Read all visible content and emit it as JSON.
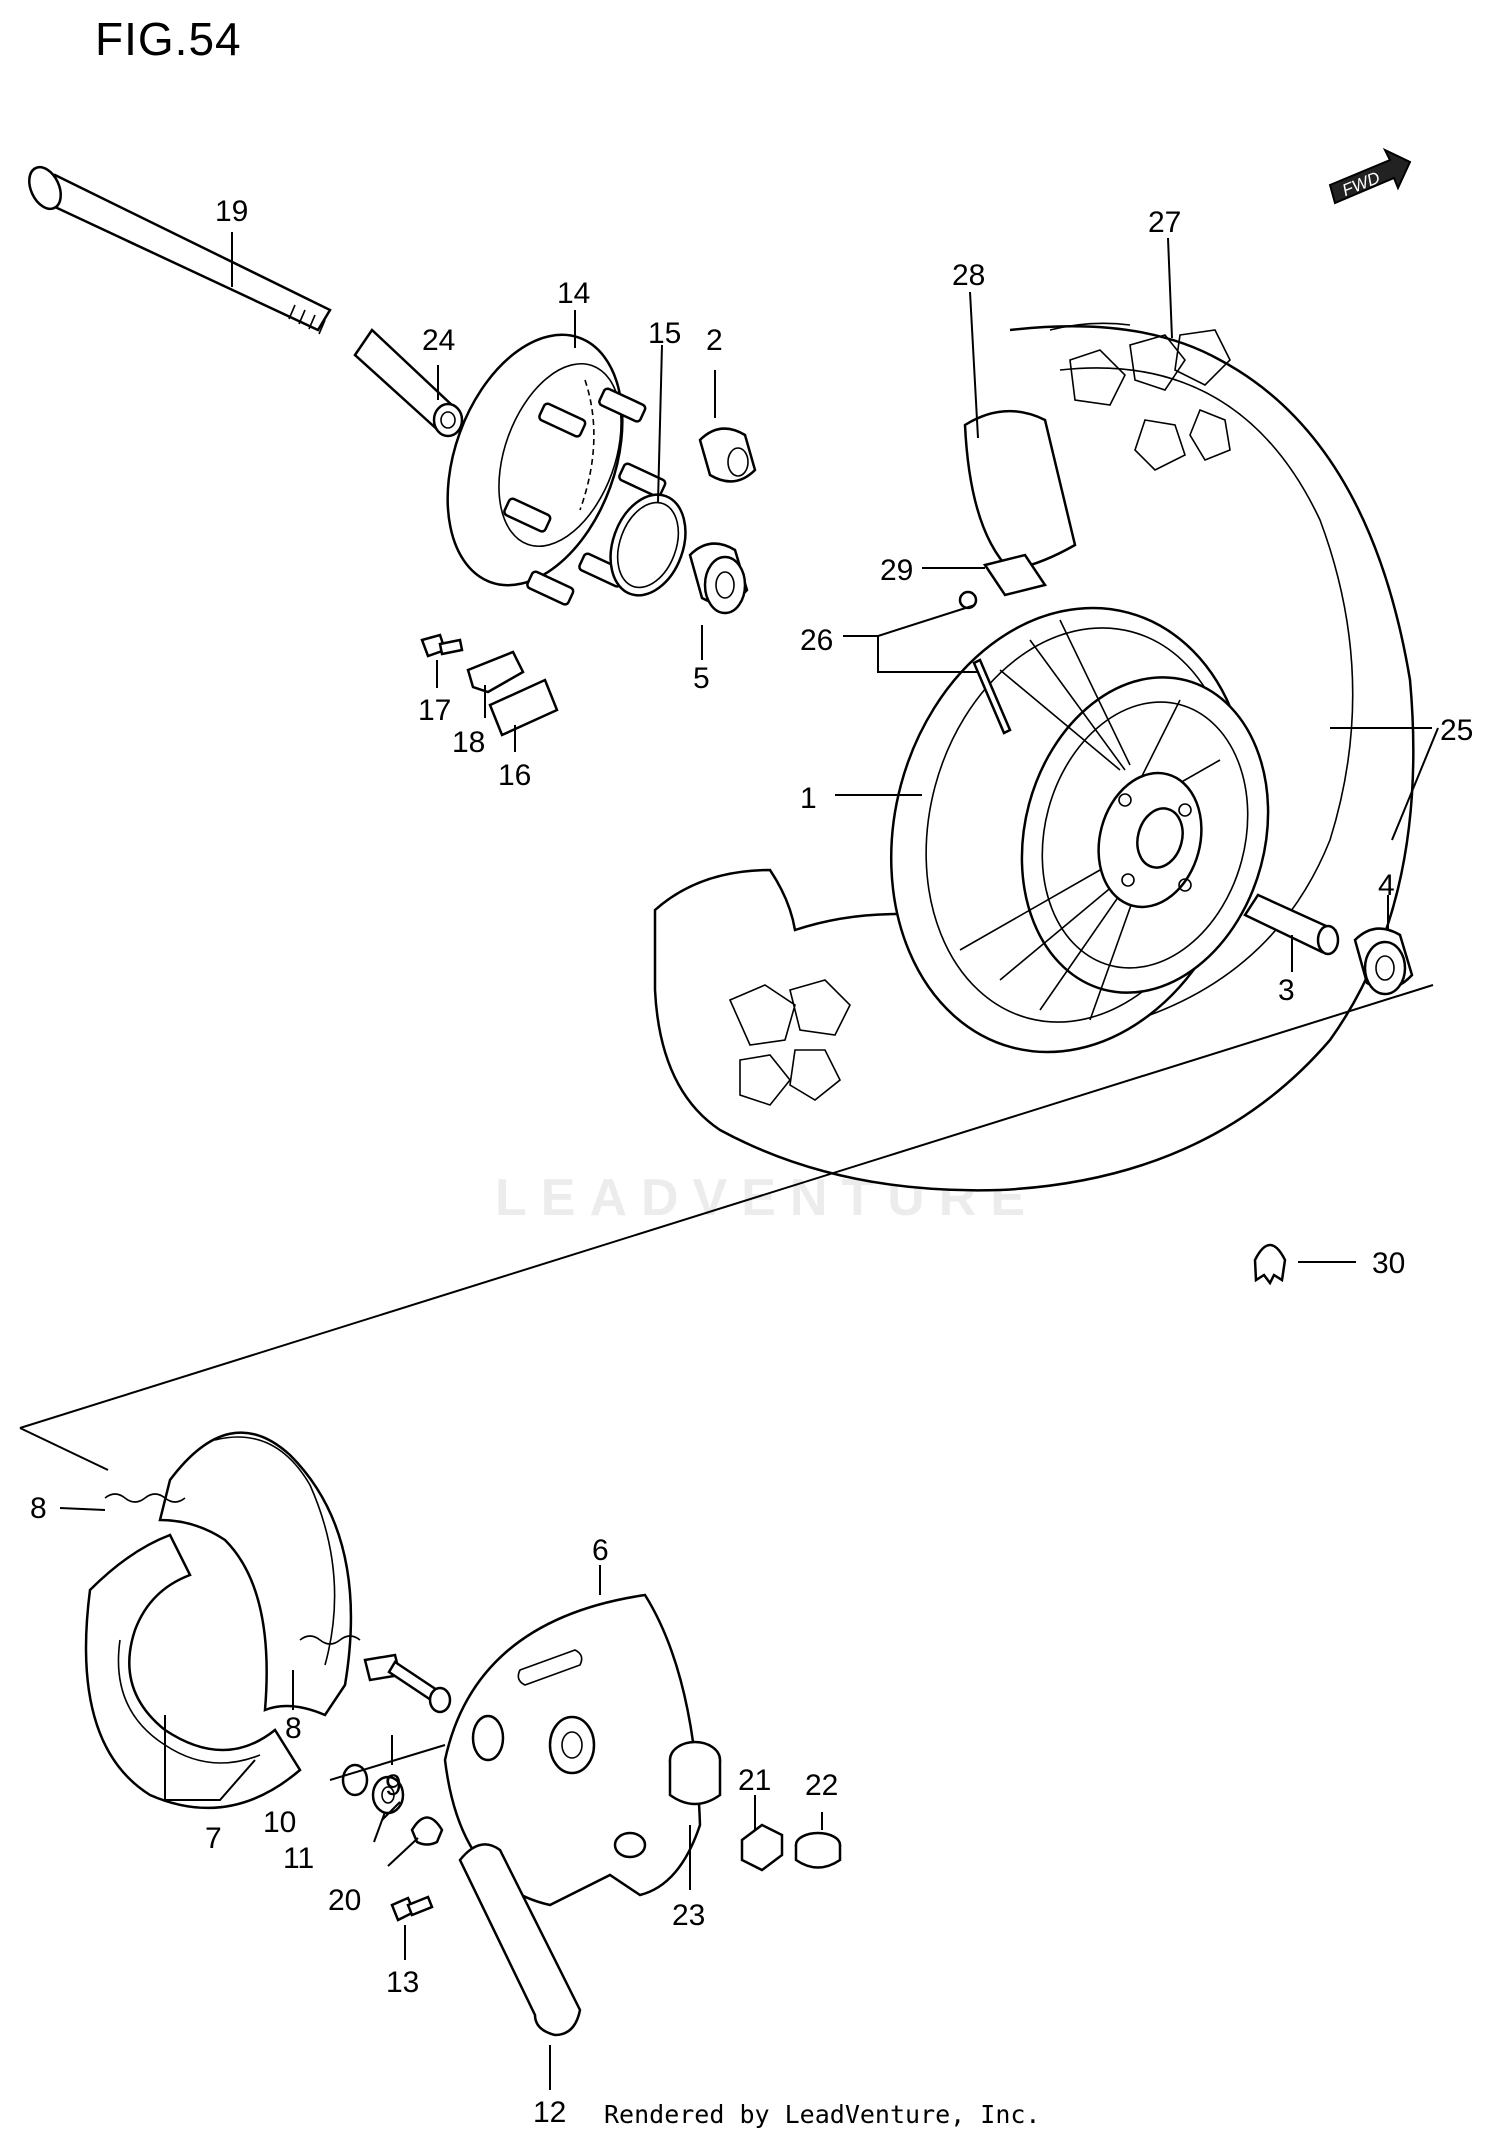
{
  "figure": {
    "title": "FIG.54",
    "watermark": "LEADVENTURE",
    "credit": "Rendered by LeadVenture, Inc.",
    "fwd_label": "FWD"
  },
  "callouts": [
    {
      "id": "1",
      "label": "1"
    },
    {
      "id": "2",
      "label": "2"
    },
    {
      "id": "3",
      "label": "3"
    },
    {
      "id": "4",
      "label": "4"
    },
    {
      "id": "5",
      "label": "5"
    },
    {
      "id": "6",
      "label": "6"
    },
    {
      "id": "7",
      "label": "7"
    },
    {
      "id": "8a",
      "label": "8"
    },
    {
      "id": "8b",
      "label": "8"
    },
    {
      "id": "9",
      "label": "9"
    },
    {
      "id": "10",
      "label": "10"
    },
    {
      "id": "11",
      "label": "11"
    },
    {
      "id": "12",
      "label": "12"
    },
    {
      "id": "13",
      "label": "13"
    },
    {
      "id": "14",
      "label": "14"
    },
    {
      "id": "15",
      "label": "15"
    },
    {
      "id": "16",
      "label": "16"
    },
    {
      "id": "17",
      "label": "17"
    },
    {
      "id": "18",
      "label": "18"
    },
    {
      "id": "19",
      "label": "19"
    },
    {
      "id": "20",
      "label": "20"
    },
    {
      "id": "21",
      "label": "21"
    },
    {
      "id": "22",
      "label": "22"
    },
    {
      "id": "23",
      "label": "23"
    },
    {
      "id": "24",
      "label": "24"
    },
    {
      "id": "25",
      "label": "25"
    },
    {
      "id": "26",
      "label": "26"
    },
    {
      "id": "27",
      "label": "27"
    },
    {
      "id": "28",
      "label": "28"
    },
    {
      "id": "29",
      "label": "29"
    },
    {
      "id": "30",
      "label": "30"
    }
  ]
}
